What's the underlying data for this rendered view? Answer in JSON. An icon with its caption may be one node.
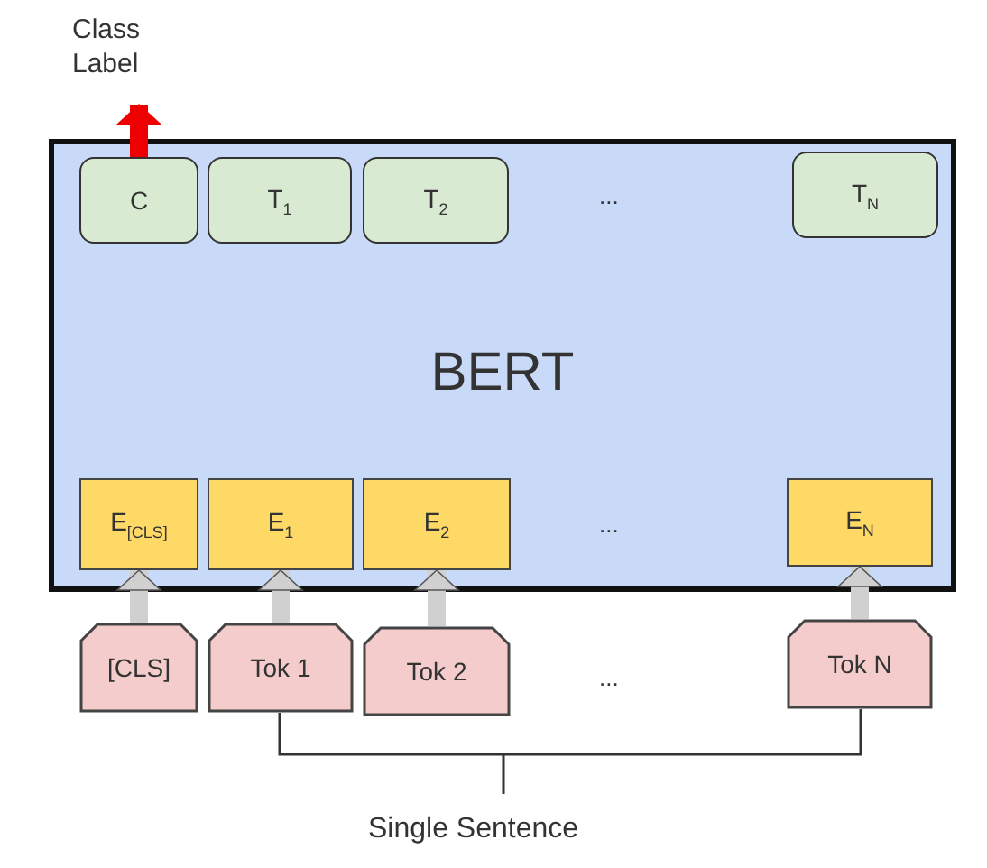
{
  "diagram": {
    "nodes": [
      {
        "text": [
          "BERT"
        ]
      },
      {
        "text": [
          "C"
        ],
        "in": 0
      },
      {
        "text": [
          "T$_{1}$"
        ],
        "in": 0
      },
      {
        "text": [
          "T$_{2}$"
        ],
        "in": 0
      },
      {
        "text": [
          "T$_{N}$"
        ],
        "in": 0
      },
      {
        "text": [
          "E$_{[CLS]}$"
        ],
        "in": 0
      },
      {
        "text": [
          "E$_{1}$"
        ],
        "in": 0
      },
      {
        "text": [
          "E$_{2}$"
        ],
        "in": 0
      },
      {
        "text": [
          "E$_{N}$"
        ],
        "in": 0
      },
      {
        "text": [
          "[CLS]"
        ]
      },
      {
        "text": [
          "Tok 1"
        ]
      },
      {
        "text": [
          "Tok 2"
        ]
      },
      {
        "text": [
          "Tok N"
        ]
      },
      {
        "text": [
          "Class Label"
        ]
      }
    ],
    "edges": [
      {
        "from": 1,
        "to": 13,
        "arrow": "to",
        "color": "#ee0000"
      },
      {
        "from": 9,
        "to": 5,
        "arrow": "to"
      },
      {
        "from": 10,
        "to": 6,
        "arrow": "to"
      },
      {
        "from": 11,
        "to": 7,
        "arrow": "to"
      },
      {
        "from": 12,
        "to": 8,
        "arrow": "to"
      }
    ],
    "labels": [
      "...",
      "...",
      "...",
      "Single Sentence"
    ]
  }
}
